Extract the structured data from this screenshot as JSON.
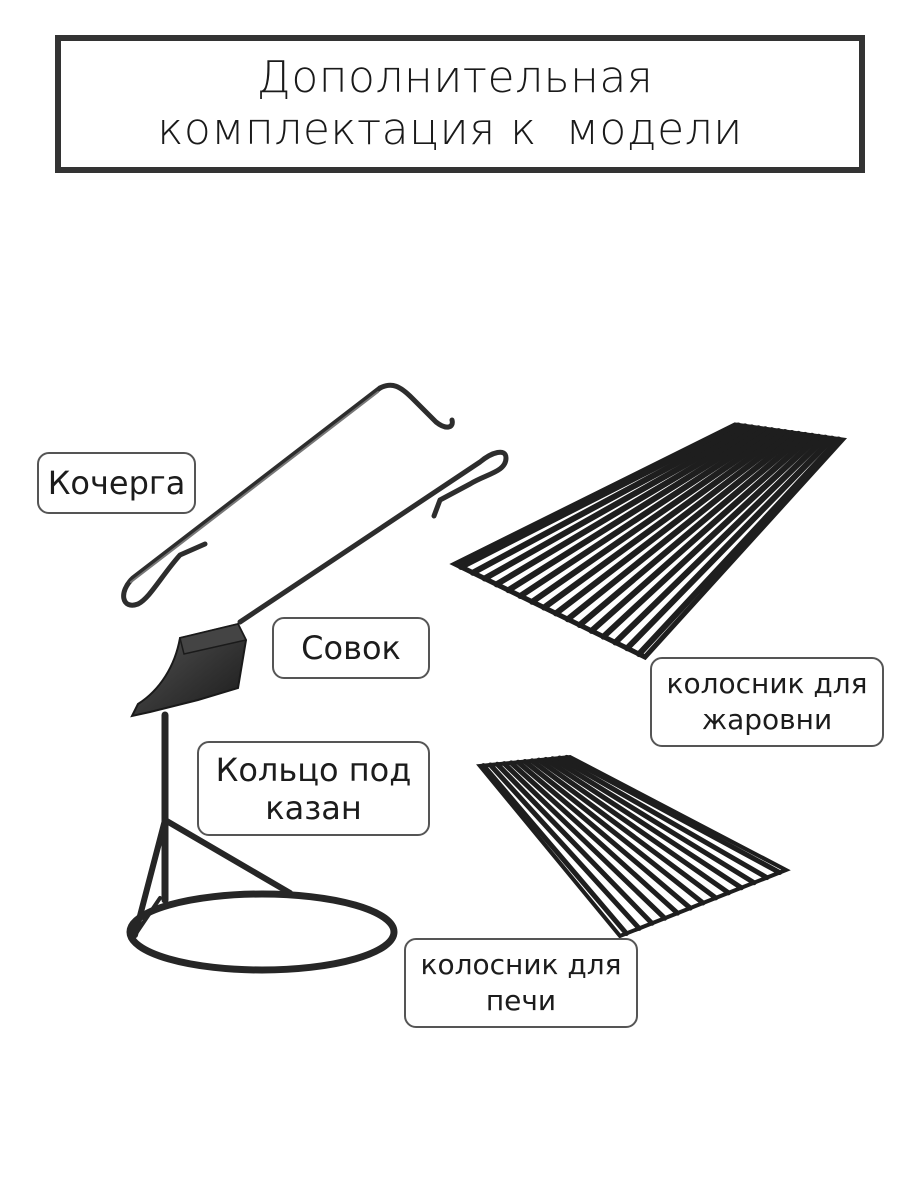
{
  "title": {
    "line1": "Дополнительная",
    "line2": "комплектация к  модели"
  },
  "labels": {
    "kocherga": "Кочерга",
    "sovok": "Совок",
    "kolco_line1": "Кольцо под",
    "kolco_line2": "казан",
    "zharovnya_line1": "колосник для",
    "zharovnya_line2": "жаровни",
    "pech_line1": "колосник для",
    "pech_line2": "печи"
  },
  "colors": {
    "metal": "#2b2b2b",
    "border": "#333333"
  }
}
